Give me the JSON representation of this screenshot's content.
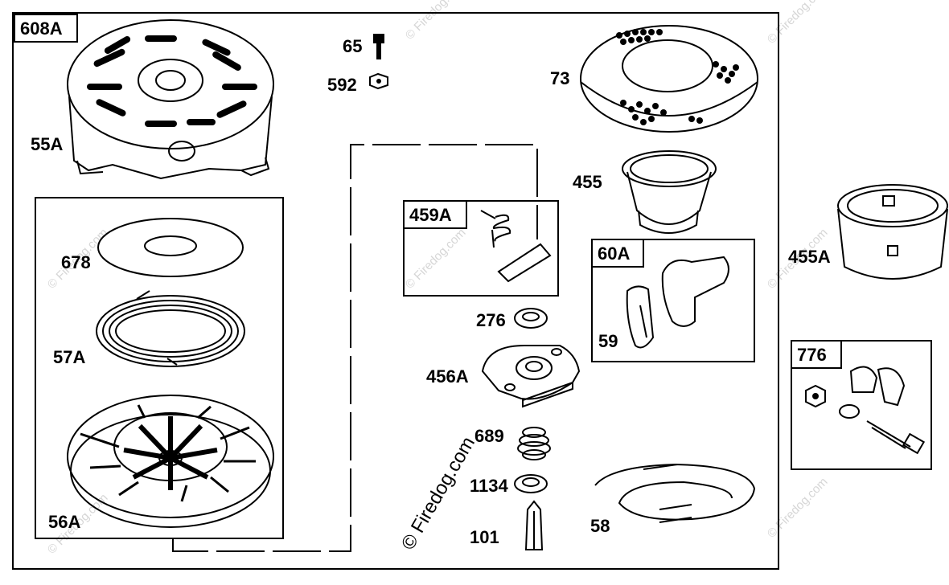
{
  "groups": {
    "main": "608A",
    "pawl": "459A",
    "handle": "60A",
    "clamp": "776"
  },
  "labels": {
    "p55A": "55A",
    "p678": "678",
    "p57A": "57A",
    "p56A": "56A",
    "p65": "65",
    "p592": "592",
    "p73": "73",
    "p455": "455",
    "p455A": "455A",
    "p276": "276",
    "p456A": "456A",
    "p59": "59",
    "p689": "689",
    "p1134": "1134",
    "p101": "101",
    "p58": "58"
  },
  "watermark": "© Firedog.com",
  "colors": {
    "line": "#000000",
    "watermark": "#d6d6d6",
    "background": "#ffffff"
  }
}
